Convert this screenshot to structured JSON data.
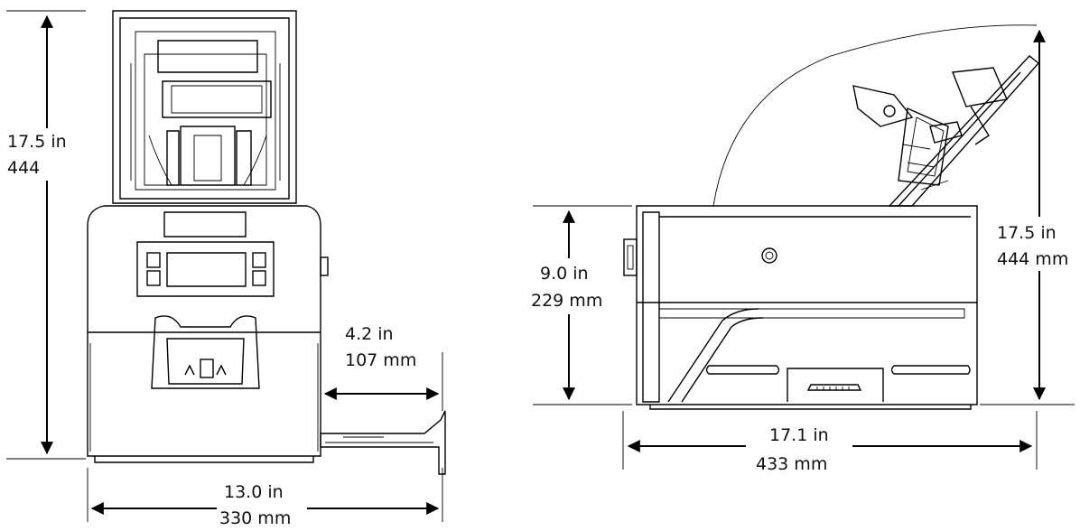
{
  "front_view": {
    "height": {
      "imperial": "17.5 in",
      "metric": "444"
    },
    "width": {
      "imperial": "13.0 in",
      "metric": "330 mm"
    },
    "tray_extension": {
      "imperial": "4.2 in",
      "metric": "107 mm"
    }
  },
  "side_view": {
    "body_height": {
      "imperial": "9.0 in",
      "metric": "229 mm"
    },
    "open_height": {
      "imperial": "17.5 in",
      "metric": "444 mm"
    },
    "depth": {
      "imperial": "17.1 in",
      "metric": "433 mm"
    }
  }
}
